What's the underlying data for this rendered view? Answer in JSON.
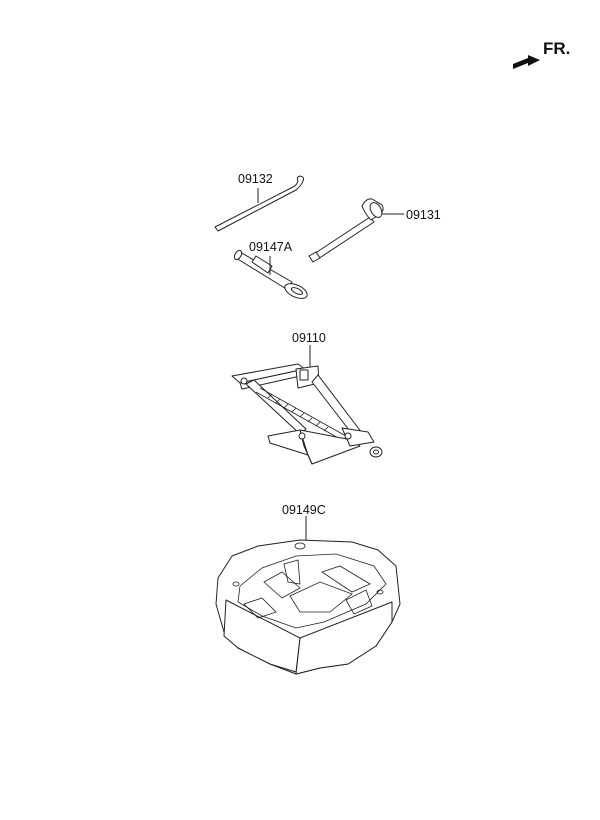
{
  "direction": {
    "label": "FR."
  },
  "parts": {
    "handle_rod": "09132",
    "wheel_wrench": "09131",
    "jack_adapter": "09147A",
    "jack": "09110",
    "tool_tray": "09149C"
  }
}
